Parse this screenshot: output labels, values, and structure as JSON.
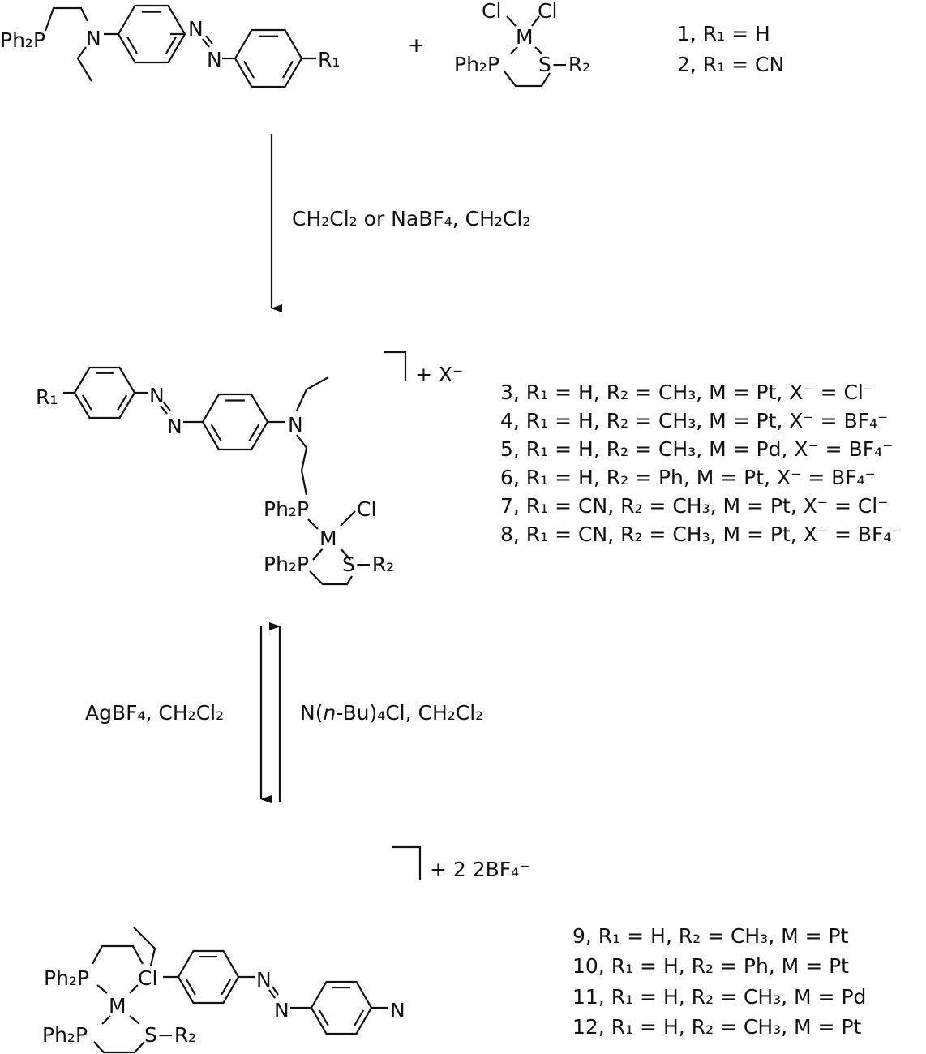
{
  "reactants": {
    "ligand": {
      "ph2p": "Ph₂P",
      "n_amine": "N",
      "n_azo1": "N",
      "n_azo2": "N",
      "r1": "R₁"
    },
    "plus": "+",
    "complex": {
      "cl_left": "Cl",
      "cl_right": "Cl",
      "metal": "M",
      "ph2p": "Ph₂P",
      "s_r2": "S−R₂"
    },
    "compounds": [
      "1, R₁ = H",
      "2, R₁ = CN"
    ]
  },
  "step1": {
    "conditions": "CH₂Cl₂ or NaBF₄, CH₂Cl₂"
  },
  "product1": {
    "r1": "R₁",
    "n_azo1": "N",
    "n_azo2": "N",
    "n_amine": "N",
    "ph2p_top": "Ph₂P",
    "cl": "Cl",
    "metal": "M",
    "ph2p_bottom": "Ph₂P",
    "s_r2": "S−R₂",
    "counterion": "+ X⁻",
    "compounds": [
      "3, R₁ = H, R₂ = CH₃, M = Pt, X⁻ = Cl⁻",
      "4, R₁ = H, R₂ = CH₃, M = Pt, X⁻ = BF₄⁻",
      "5, R₁ = H, R₂ = CH₃, M = Pd, X⁻ = BF₄⁻",
      "6, R₁ = H, R₂ = Ph, M = Pt, X⁻ = BF₄⁻",
      "7, R₁ = CN, R₂ = CH₃, M = Pt, X⁻ = Cl⁻",
      "8, R₁ = CN, R₂ = CH₃, M = Pt, X⁻ = BF₄⁻"
    ]
  },
  "step2": {
    "forward_conditions": "AgBF₄, CH₂Cl₂",
    "reverse_conditions": {
      "prefix": "N(",
      "italic": "n",
      "suffix": "-Bu)₄Cl, CH₂Cl₂"
    }
  },
  "product2": {
    "ph2p_top": "Ph₂P",
    "cl": "Cl",
    "metal": "M",
    "ph2p_bottom": "Ph₂P",
    "s_r2": "S−R₂",
    "n_azo1": "N",
    "n_azo2": "N",
    "n_end": "N",
    "counterion": "+ 2 2BF₄⁻",
    "compounds": [
      "9, R₁ = H, R₂ = CH₃, M = Pt",
      "10, R₁ = H, R₂ = Ph, M = Pt",
      "11, R₁ = H, R₂ = CH₃, M = Pd",
      "12, R₁ = H, R₂ = CH₃, M = Pt"
    ]
  }
}
